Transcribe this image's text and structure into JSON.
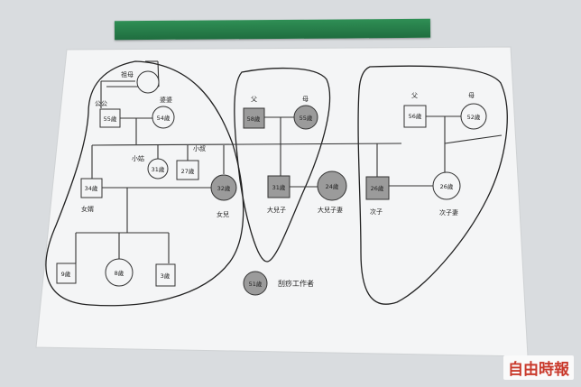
{
  "nodes": {
    "grandmother": {
      "label": "祖母"
    },
    "husbands_father": {
      "label": "公公",
      "age": "55歲"
    },
    "husbands_mother": {
      "label": "婆婆",
      "age": "54歲"
    },
    "husbands_sister": {
      "label": "小姑",
      "age": "31歲"
    },
    "husbands_brother": {
      "label": "小叔",
      "age": "27歲"
    },
    "son_in_law": {
      "label": "女婿",
      "age": "34歲"
    },
    "daughter": {
      "label": "女兒",
      "age": "32歲"
    },
    "grandchild_1": {
      "age": "9歲"
    },
    "grandchild_2": {
      "age": "8歲"
    },
    "grandchild_3": {
      "age": "3歲"
    },
    "father": {
      "label": "父",
      "age": "58歲"
    },
    "mother": {
      "label": "母",
      "age": "55歲"
    },
    "eldest_son": {
      "label": "大兒子",
      "age": "31歲"
    },
    "eldest_son_wife": {
      "label": "大兒子妻",
      "age": "24歲"
    },
    "second_son": {
      "label": "次子",
      "age": "26歲"
    },
    "second_son_wife": {
      "label": "次子妻",
      "age": "26歲"
    },
    "wife_father": {
      "label": "父",
      "age": "56歲"
    },
    "wife_mother": {
      "label": "母",
      "age": "52歲"
    }
  },
  "legend": {
    "age": "51歲",
    "label": "刮痧工作者"
  },
  "watermark": "自由時報",
  "colors": {
    "paper": "#f4f5f6",
    "shaded": "#9b9b9b",
    "line": "#333333",
    "ruler": "#2a8a50",
    "watermark": "#c93a2c"
  }
}
